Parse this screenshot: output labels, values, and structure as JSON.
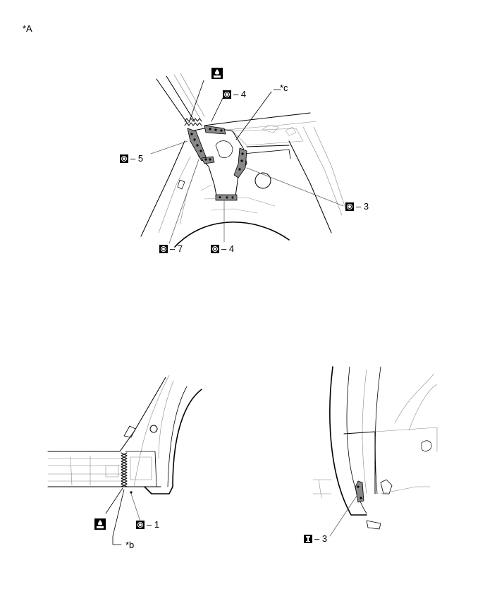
{
  "view_label": "*A",
  "callouts": {
    "top": {
      "c_label": "*c",
      "a": "4",
      "b": "5",
      "c": "3",
      "d": "7",
      "e": "4"
    },
    "bottom_left": {
      "a": "1",
      "b_label": "*b"
    },
    "bottom_right": {
      "a": "3"
    }
  },
  "symbols": {
    "weld_symbol_icon": "spot-weld-symbol",
    "insert_symbol_icon": "insert-weld-symbol",
    "sealer_symbol_icon": "sealer-symbol"
  }
}
